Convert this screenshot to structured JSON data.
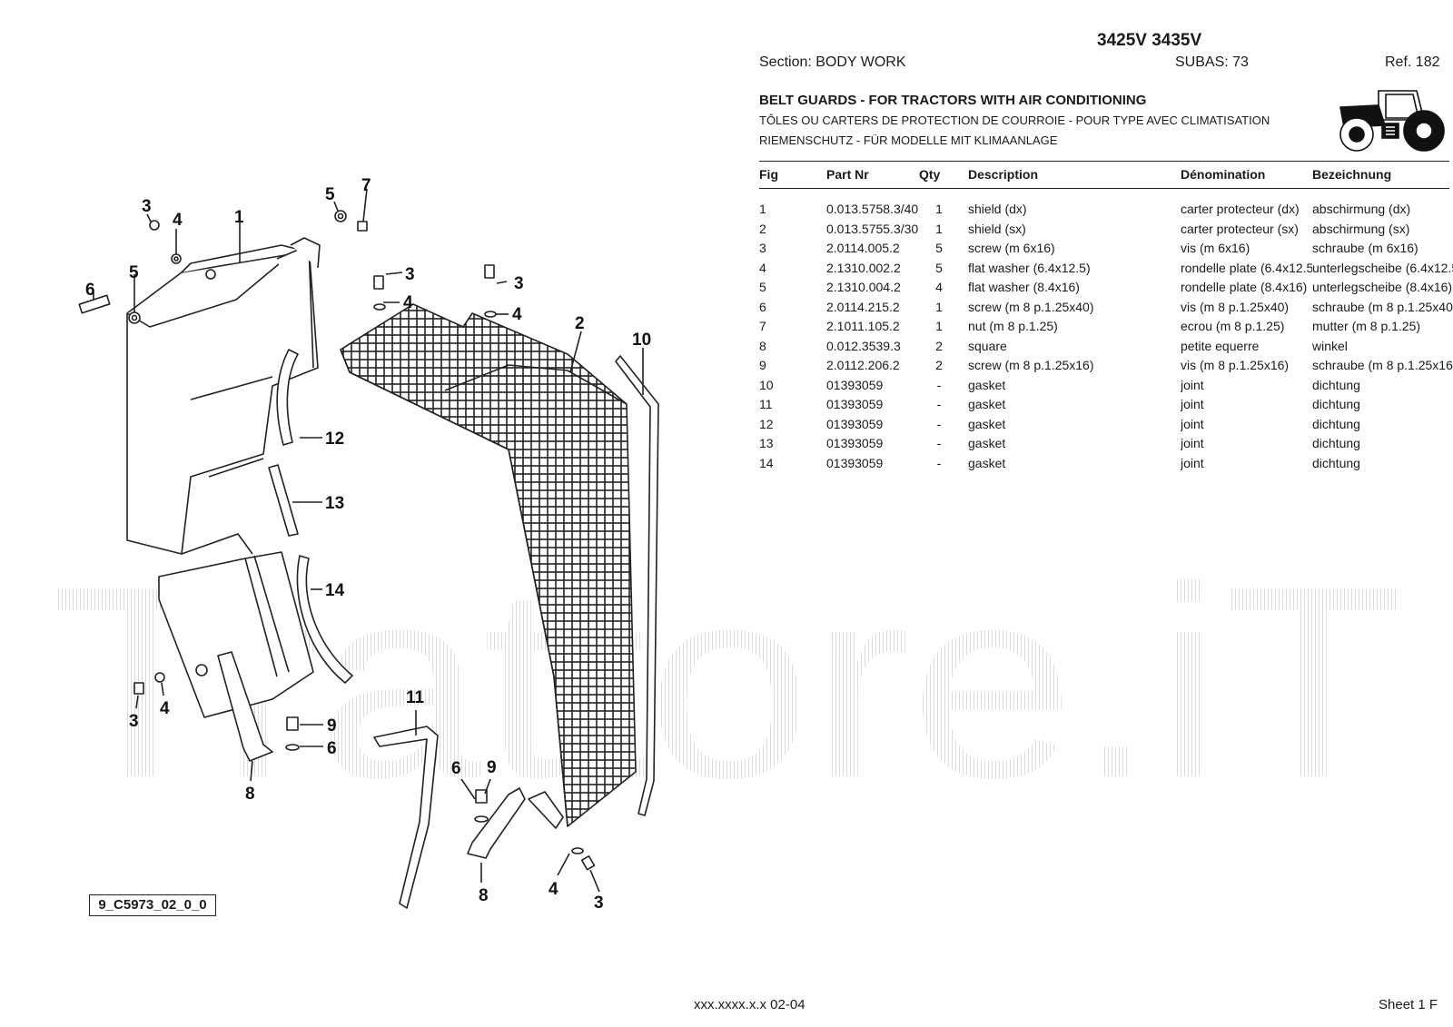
{
  "header": {
    "model": "3425V 3435V",
    "section": "Section: BODY  WORK",
    "subas": "SUBAS: 73",
    "ref": "Ref. 182",
    "title_en": "BELT GUARDS - FOR TRACTORS WITH AIR CONDITIONING",
    "title_fr": "TÔLES OU CARTERS DE PROTECTION DE COURROIE - POUR TYPE AVEC CLIMATISATION",
    "title_de": "RIEMENSCHUTZ - FÜR MODELLE MIT KLIMAANLAGE"
  },
  "watermark": "Trattore.iT",
  "table": {
    "columns": [
      "Fig",
      "Part Nr",
      "Qty",
      "Description",
      "Dénomination",
      "Bezeichnung"
    ],
    "rows": [
      {
        "fig": "1",
        "part": "0.013.5758.3/40",
        "qty": "1",
        "desc": "shield (dx)",
        "fr": "carter protecteur (dx)",
        "de": "abschirmung (dx)"
      },
      {
        "fig": "2",
        "part": "0.013.5755.3/30",
        "qty": "1",
        "desc": "shield (sx)",
        "fr": "carter protecteur (sx)",
        "de": "abschirmung (sx)"
      },
      {
        "fig": "3",
        "part": "2.0114.005.2",
        "qty": "5",
        "desc": "screw (m 6x16)",
        "fr": "vis (m 6x16)",
        "de": "schraube (m 6x16)"
      },
      {
        "fig": "4",
        "part": "2.1310.002.2",
        "qty": "5",
        "desc": "flat washer (6.4x12.5)",
        "fr": "rondelle plate (6.4x12.5",
        "de": "unterlegscheibe (6.4x12.5"
      },
      {
        "fig": "5",
        "part": "2.1310.004.2",
        "qty": "4",
        "desc": "flat washer (8.4x16)",
        "fr": "rondelle plate (8.4x16)",
        "de": "unterlegscheibe (8.4x16)"
      },
      {
        "fig": "6",
        "part": "2.0114.215.2",
        "qty": "1",
        "desc": "screw (m 8 p.1.25x40)",
        "fr": "vis (m 8 p.1.25x40)",
        "de": "schraube (m 8 p.1.25x40"
      },
      {
        "fig": "7",
        "part": "2.1011.105.2",
        "qty": "1",
        "desc": "nut (m 8 p.1.25)",
        "fr": "ecrou (m 8 p.1.25)",
        "de": "mutter (m 8 p.1.25)"
      },
      {
        "fig": "8",
        "part": "0.012.3539.3",
        "qty": "2",
        "desc": "square",
        "fr": "petite equerre",
        "de": "winkel"
      },
      {
        "fig": "9",
        "part": "2.0112.206.2",
        "qty": "2",
        "desc": "screw (m 8 p.1.25x16)",
        "fr": "vis (m 8 p.1.25x16)",
        "de": "schraube (m 8 p.1.25x16"
      },
      {
        "fig": "10",
        "part": "01393059",
        "qty": "-",
        "desc": "gasket",
        "fr": "joint",
        "de": "dichtung"
      },
      {
        "fig": "11",
        "part": "01393059",
        "qty": "-",
        "desc": "gasket",
        "fr": "joint",
        "de": "dichtung"
      },
      {
        "fig": "12",
        "part": "01393059",
        "qty": "-",
        "desc": "gasket",
        "fr": "joint",
        "de": "dichtung"
      },
      {
        "fig": "13",
        "part": "01393059",
        "qty": "-",
        "desc": "gasket",
        "fr": "joint",
        "de": "dichtung"
      },
      {
        "fig": "14",
        "part": "01393059",
        "qty": "-",
        "desc": "gasket",
        "fr": "joint",
        "de": "dichtung"
      }
    ]
  },
  "callouts": {
    "c1": "1",
    "c2": "2",
    "c3a": "3",
    "c4a": "4",
    "c5a": "5",
    "c7": "7",
    "c5b": "5",
    "c6a": "6",
    "c3b": "3",
    "c4b": "4",
    "c3c": "3",
    "c4c": "4",
    "c10": "10",
    "c12": "12",
    "c13": "13",
    "c14": "14",
    "c3d": "3",
    "c4d": "4",
    "c9a": "9",
    "c6b": "6",
    "c8a": "8",
    "c11": "11",
    "c6c": "6",
    "c9b": "9",
    "c8b": "8",
    "c4e": "4",
    "c3e": "3"
  },
  "image_code": "9_C5973_02_0_0",
  "footer": {
    "code": "xxx.xxxx.x.x  02-04",
    "sheet": "Sheet 1 F"
  }
}
